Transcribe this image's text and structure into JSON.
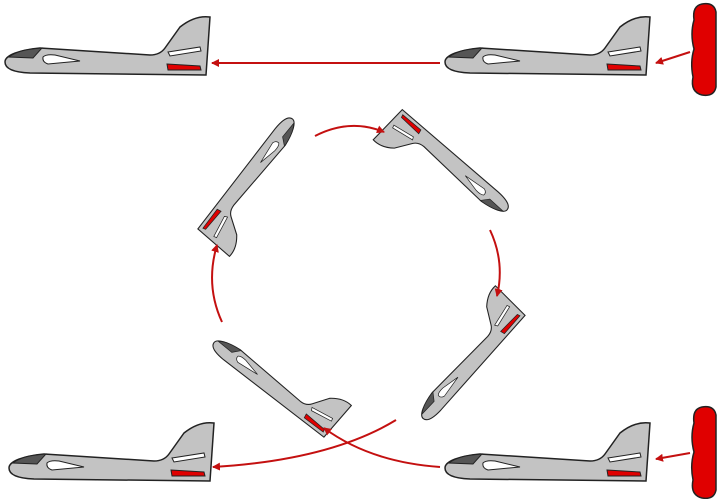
{
  "colors": {
    "plane_body": "#c3c3c3",
    "cockpit": "#555555",
    "red_part": "#e00000",
    "arrow": "#c41010",
    "outline": "#222222"
  },
  "icons": [
    "glider-plane",
    "launcher-hand",
    "direction-arrow"
  ]
}
